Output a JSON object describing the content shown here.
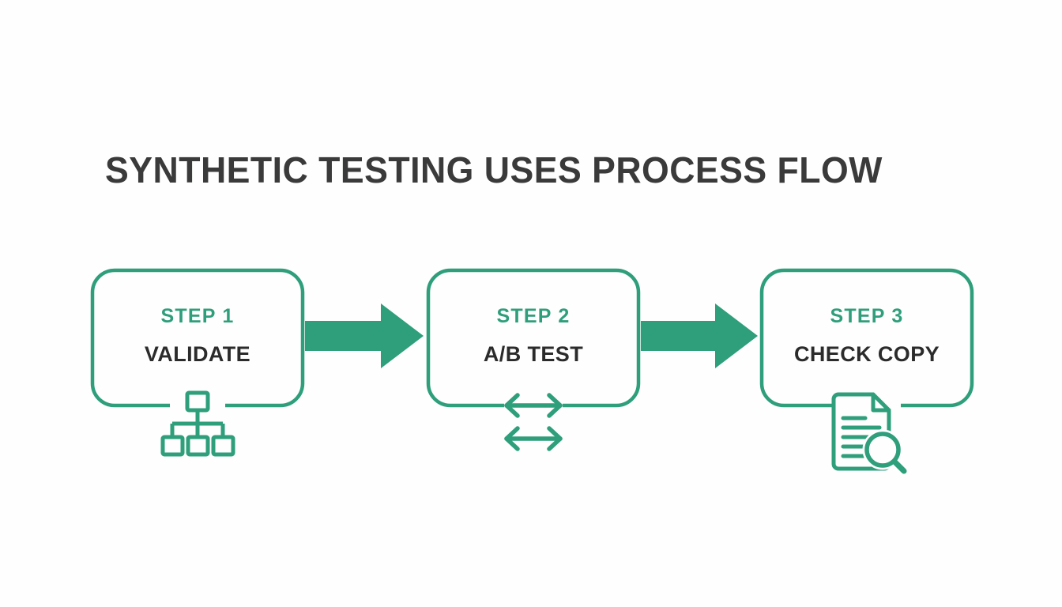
{
  "page": {
    "title": "SYNTHETIC TESTING USES PROCESS FLOW",
    "background_color": "#fdfefd",
    "accent_color": "#2e9e7b",
    "text_color": "#3a3a3a",
    "label_color": "#2b2b2b"
  },
  "flow": {
    "steps": [
      {
        "kicker": "STEP 1",
        "label": "VALIDATE",
        "icon": "hierarchy-icon"
      },
      {
        "kicker": "STEP 2",
        "label": "A/B TEST",
        "icon": "double-arrows-icon"
      },
      {
        "kicker": "STEP 3",
        "label": "CHECK COPY",
        "icon": "document-search-icon"
      }
    ],
    "connectors": [
      {
        "name": "arrow-right-icon",
        "from": "STEP 1",
        "to": "STEP 2"
      },
      {
        "name": "arrow-right-icon",
        "from": "STEP 2",
        "to": "STEP 3"
      }
    ]
  }
}
